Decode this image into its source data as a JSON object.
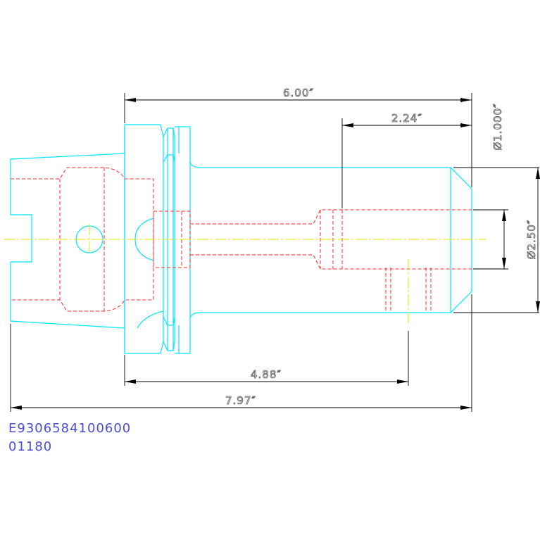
{
  "dimensions": {
    "overall_length": "7.97″",
    "body_length": "6.00″",
    "bore_depth": "2.24″",
    "gauge_length": "4.88″",
    "bore_diameter": "Ø1.000″",
    "body_diameter": "Ø2.50″"
  },
  "part_codes": {
    "catalog_number": "E9306584100600",
    "item_number": "01180"
  },
  "colors": {
    "outline": "#00e5ff",
    "hidden_lines": "#ff2a2a",
    "centerlines": "#e6e600",
    "dimensions": "#000000",
    "codes": "#4b4bd6"
  }
}
